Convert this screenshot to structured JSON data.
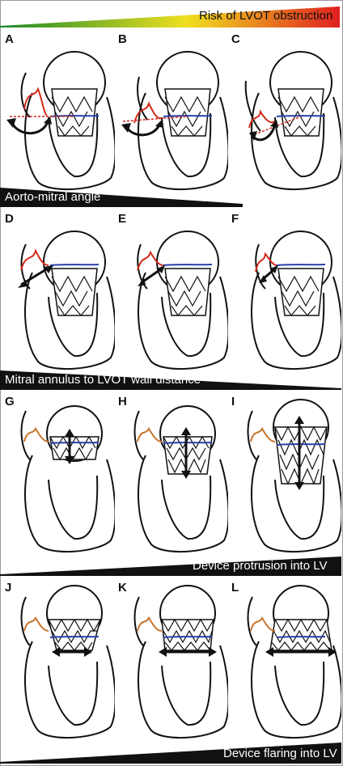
{
  "header": {
    "label": "Risk of LVOT obstruction",
    "gradient": [
      "#1a8a2a",
      "#f0e020",
      "#e02020"
    ]
  },
  "rows": [
    {
      "parameter": "Aorto-mitral angle",
      "panels": [
        "A",
        "B",
        "C"
      ]
    },
    {
      "parameter": "Mitral annulus to LVOT wall distance",
      "panels": [
        "D",
        "E",
        "F"
      ]
    },
    {
      "parameter": "Device protrusion into LV",
      "panels": [
        "G",
        "H",
        "I"
      ]
    },
    {
      "parameter": "Device flaring into LV",
      "panels": [
        "J",
        "K",
        "L"
      ]
    }
  ],
  "colors": {
    "leaflet": "#d42a1a",
    "leaflet_later": "#c8742a",
    "annulus_line": "#2a3fa8",
    "outline": "#111111"
  }
}
